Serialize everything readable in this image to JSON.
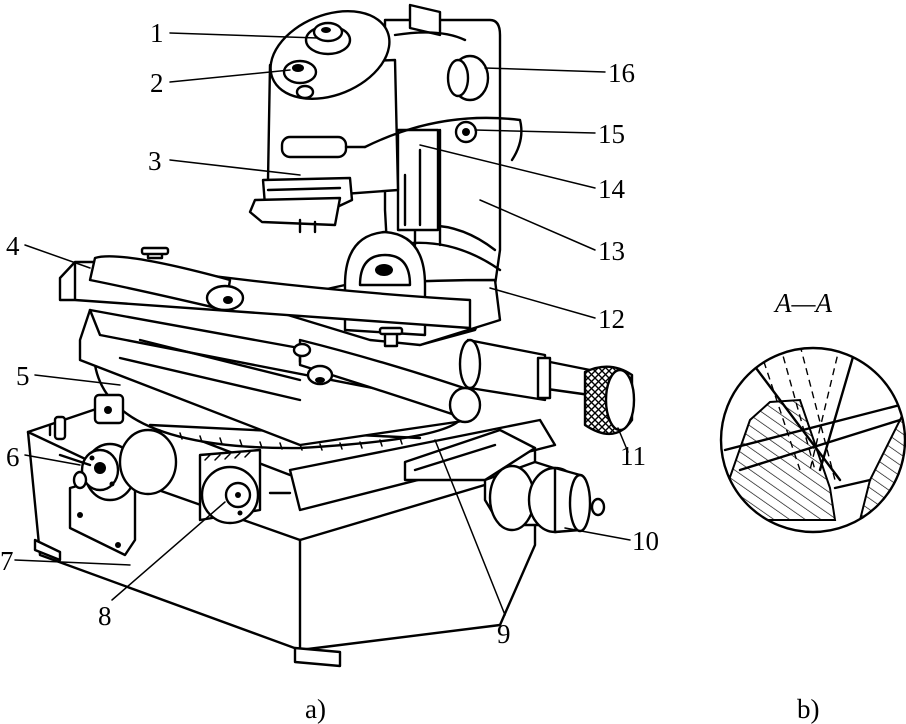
{
  "figure": {
    "caption_a": "a)",
    "caption_b": "b)",
    "section_label": "A—A"
  },
  "callouts": [
    {
      "id": "1",
      "text": "1"
    },
    {
      "id": "2",
      "text": "2"
    },
    {
      "id": "3",
      "text": "3"
    },
    {
      "id": "4",
      "text": "4"
    },
    {
      "id": "5",
      "text": "5"
    },
    {
      "id": "6",
      "text": "6"
    },
    {
      "id": "7",
      "text": "7"
    },
    {
      "id": "8",
      "text": "8"
    },
    {
      "id": "9",
      "text": "9"
    },
    {
      "id": "10",
      "text": "10"
    },
    {
      "id": "11",
      "text": "11"
    },
    {
      "id": "12",
      "text": "12"
    },
    {
      "id": "13",
      "text": "13"
    },
    {
      "id": "14",
      "text": "14"
    },
    {
      "id": "15",
      "text": "15"
    },
    {
      "id": "16",
      "text": "16"
    }
  ]
}
